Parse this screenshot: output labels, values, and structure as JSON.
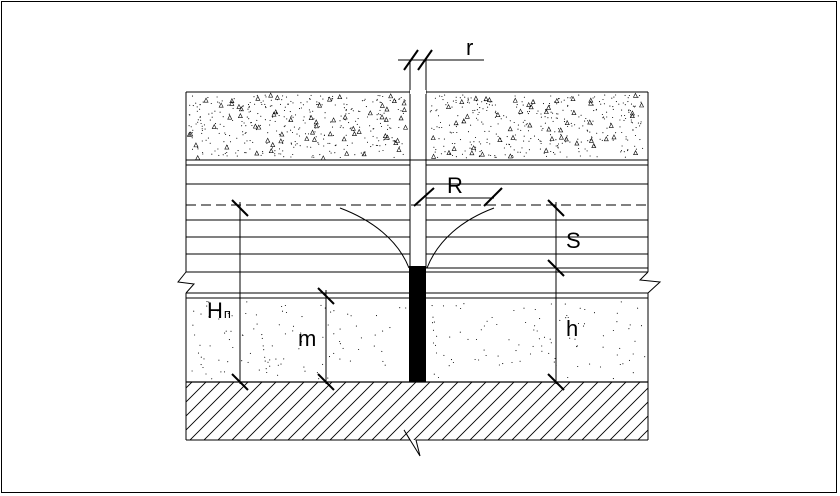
{
  "diagram": {
    "labels": {
      "well_radius": "r",
      "influence_radius": "R",
      "drawdown": "S",
      "aquifer_head": "Hп",
      "aquifer_head_base": "H",
      "aquifer_head_subscript": "п",
      "aquifer_thickness": "m",
      "dynamic_level": "h"
    },
    "colors": {
      "line": "#000000",
      "background": "#ffffff",
      "screen": "#000000"
    }
  }
}
